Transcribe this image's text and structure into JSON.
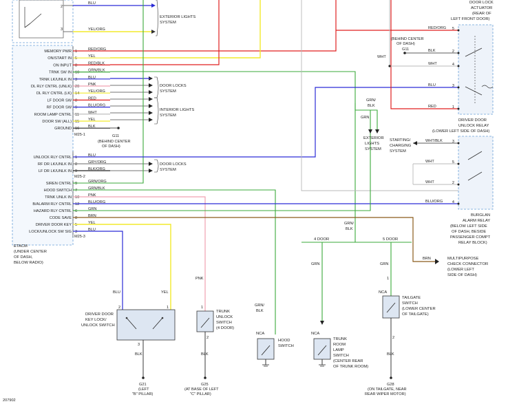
{
  "title": "",
  "module": {
    "name_lines": [
      "ETACM",
      "(UNDER CENTER",
      "OF DASH,",
      "BELOW RADIO)"
    ],
    "conn_top_pins": [
      "2",
      "3"
    ],
    "conn_top_colors": [
      "BLU",
      "YEL/ORG"
    ],
    "conn_top_dest": [
      "EXTERIOR LIGHTS",
      "SYSTEM"
    ],
    "main_rows": [
      {
        "sig": "MEMORY PWR",
        "pin": "1",
        "color": "RED/ORG"
      },
      {
        "sig": "ON/START IN",
        "pin": "5",
        "color": "YEL"
      },
      {
        "sig": "ON INPUT",
        "pin": "8",
        "color": "RED/BLK"
      },
      {
        "sig": "TRNK SW IN",
        "pin": "10",
        "color": "GRN/BLK"
      },
      {
        "sig": "TRNK LK/UNLK IN",
        "pin": "3",
        "color": "BLU"
      },
      {
        "sig": "DL RLY CNTRL (UNLK)",
        "pin": "20",
        "color": "PNK"
      },
      {
        "sig": "DL RLY CNTRL (LK)",
        "pin": "14",
        "color": "YEL/ORG"
      },
      {
        "sig": "LF DOOR SW",
        "pin": "8",
        "color": "RED"
      },
      {
        "sig": "RF DOOR SW",
        "pin": "9",
        "color": "BLU/ORG"
      },
      {
        "sig": "ROOM LAMP CNTRL",
        "pin": "11",
        "color": "WHT"
      },
      {
        "sig": "DOOR SW (ALL)",
        "pin": "15",
        "color": "YEL"
      },
      {
        "sig": "GROUND",
        "pin": "16",
        "color": "BLK"
      }
    ],
    "main_conn": "M25-1",
    "dest_door_locks_1": [
      "DOOR LOCKS",
      "SYSTEM"
    ],
    "dest_interior_1": [
      "INTERIOR LIGHTS",
      "SYSTEM"
    ],
    "ground_main": {
      "name": "G11",
      "desc": [
        "(BEHIND CENTER",
        "OF DASH)"
      ]
    },
    "rows2": [
      {
        "sig": "UNLOCK RLY CNTRL",
        "pin": "1",
        "color": "BLU"
      },
      {
        "sig": "RF DR LK/UNLK IN",
        "pin": "8",
        "color": "GRY/ORG"
      },
      {
        "sig": "LF DR LK/UNLK IN",
        "pin": "9",
        "color": "BLK/ORG"
      }
    ],
    "conn2": "M25-2",
    "rows3": [
      {
        "sig": "SIREN CNTRL",
        "pin": "9",
        "color": "GRN/ORG"
      },
      {
        "sig": "HOOD SWITCH",
        "pin": "7",
        "color": "GRN/BLK"
      },
      {
        "sig": "TRNK UNLK IN",
        "pin": "10",
        "color": "PNK"
      },
      {
        "sig": "B/ALARM RLY CNTRL",
        "pin": "12",
        "color": "BLU/ORG"
      },
      {
        "sig": "HAZARD RLY CNTRL",
        "pin": "6",
        "color": "GRN"
      },
      {
        "sig": "CODE SAVE",
        "pin": "8",
        "color": "BRN"
      },
      {
        "sig": "DRIVER DOOR KEY",
        "pin": "5",
        "color": "YEL"
      },
      {
        "sig": "LOCK/UNLOCK SW SIG",
        "pin": "3",
        "color": "BLU"
      }
    ],
    "conn3": "M25-3"
  },
  "actuator": {
    "name_lines": [
      "DOOR LOCK",
      "ACTUATOR",
      "(REAR OF",
      "LEFT FRONT DOOR)"
    ],
    "relay_lines": [
      "DRIVER DOOR",
      "UNLOCK RELAY",
      "(LOWER LEFT SIDE OF DASH)"
    ],
    "pins": [
      {
        "pin": "5",
        "color": "RED/ORG"
      },
      {
        "pin": "2",
        "color": "BLK"
      },
      {
        "pin": "4",
        "color": "WHT"
      },
      {
        "pin": "3",
        "color": "BLU"
      },
      {
        "pin": "1",
        "color": "RED"
      }
    ],
    "g11_desc": [
      "(BEHIND CENTER",
      "OF DASH)"
    ],
    "g11": "G11",
    "wht_label": "WHT"
  },
  "split": {
    "colors": [
      "GRN/",
      "BLK"
    ],
    "grn": "GRN",
    "grn2": "GRN",
    "dest": [
      "EXTERIOR",
      "LIGHTS",
      "SYSTEM"
    ],
    "starting": [
      "STARTING/",
      "CHARGING",
      "SYSTEM"
    ]
  },
  "alarm_relay": {
    "name_lines": [
      "BURGLAN",
      "ALARM RELAY",
      "(BELOW LEFT SIDE",
      "OF DASH, BESIDE",
      "PASSENGER COMPT",
      "RELAY BLOCK)"
    ],
    "pins": [
      {
        "pin": "3",
        "color": "WHT/BLK"
      },
      {
        "pin": "5",
        "color": "WHT"
      },
      {
        "pin": "2",
        "color": "WHT"
      },
      {
        "pin": "4",
        "color": "BLU/ORG"
      }
    ]
  },
  "mpcc": {
    "color": "BRN",
    "name_lines": [
      "MULTIPURPOSE",
      "CHECK CONNECTOR",
      "(LOWER LEFT",
      "SIDE OF DASH)"
    ]
  },
  "grn_blk_down": [
    "GRN/",
    "BLK"
  ],
  "door4": "4 DOOR",
  "door5": "5 DOOR",
  "key_switch": {
    "name_lines": [
      "DRIVER DOOR",
      "KEY LOCK/",
      "UNLOCK SWITCH"
    ],
    "pins": [
      "2",
      "1",
      "3"
    ],
    "wire_left": "BLU",
    "wire_right": "YEL",
    "wire_down": "BLK",
    "ground": "G21",
    "ground_desc": [
      "(LEFT",
      "\"B\" PILLAR)"
    ]
  },
  "trunk_unlock": {
    "name_lines": [
      "TRUNK",
      "UNLOCK",
      "SWITCH",
      "(4 DOOR)"
    ],
    "pins": [
      "1",
      "2"
    ],
    "wire_up": "PNK",
    "wire_down": "BLK",
    "ground": "G25",
    "ground_desc": [
      "(AT BASE OF LEFT",
      "\"C\" PILLAR)"
    ]
  },
  "hood_switch": {
    "name_lines": [
      "HOOD",
      "SWITCH"
    ],
    "nca": "NCA",
    "wire": [
      "GRN/",
      "BLK"
    ]
  },
  "trunk_lamp": {
    "name_lines": [
      "TRUNK",
      "ROOM",
      "LAMP",
      "SWITCH",
      "(CENTER REAR",
      "OF TRUNK ROOM)"
    ],
    "nca": "NCA",
    "wire": "GRN"
  },
  "tailgate": {
    "name_lines": [
      "TAILGATE",
      "SWITCH",
      "(LOWER CENTER",
      "OF TAILGATE)"
    ],
    "nca": "NCA",
    "wire_up": "GRN",
    "wire_down": "BLK",
    "pins": [
      "1",
      "2"
    ],
    "ground": "G28",
    "ground_desc": [
      "(ON TAILGATE, NEAR",
      "REAR WIPER MOTOR)"
    ]
  },
  "footer_id": "207902",
  "colors": {
    "blue": "#2a2ad6",
    "yellow": "#f2ea2a",
    "red": "#e01e1e",
    "green": "#3aa83a",
    "pink": "#f0a0b0",
    "brown": "#8a5a1a",
    "gray": "#b8b8b8",
    "module_border": "#6aa0d8",
    "module_fill": "#f4f8fd"
  }
}
